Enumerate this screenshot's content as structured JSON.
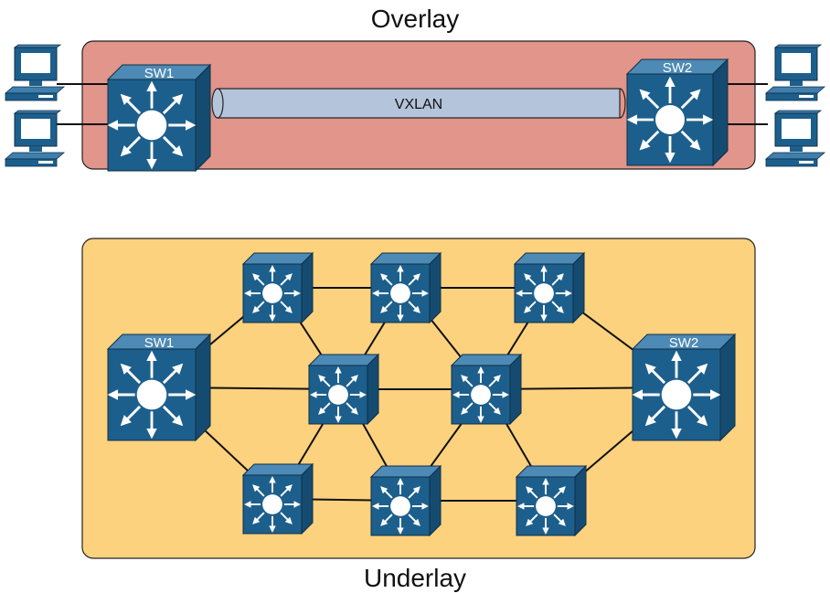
{
  "colors": {
    "overlay_fill": "#e1958b",
    "underlay_fill": "#fdd27e",
    "switch_front": "#1d5f8c",
    "switch_top": "#4d8ab5",
    "switch_side": "#154b70",
    "tunnel_fill": "#b4c4da",
    "link": "#111111",
    "pc": "#1d5f8c"
  },
  "overlay": {
    "title": "Overlay",
    "tunnel_label": "VXLAN",
    "left_switch_label": "SW1",
    "right_switch_label": "SW2"
  },
  "underlay": {
    "title": "Underlay",
    "left_switch_label": "SW1",
    "right_switch_label": "SW2"
  }
}
